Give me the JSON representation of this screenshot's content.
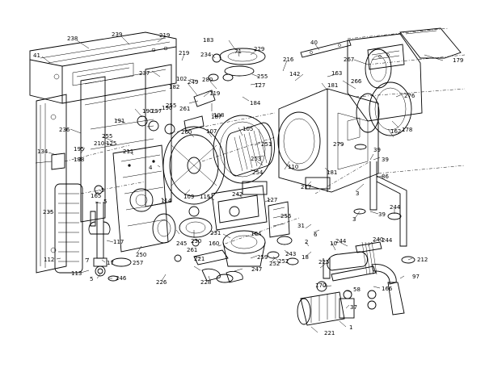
{
  "labels": [
    "238",
    "239",
    "219",
    "41",
    "40",
    "183",
    "229",
    "71",
    "234",
    "216",
    "179",
    "267",
    "142",
    "163",
    "237",
    "219",
    "102",
    "249",
    "182",
    "255",
    "280",
    "127",
    "181",
    "266",
    "276",
    "255",
    "108",
    "184",
    "190",
    "257",
    "190",
    "191",
    "261",
    "119",
    "187",
    "105",
    "260",
    "107",
    "162",
    "178",
    "236",
    "255",
    "251",
    "125",
    "210",
    "211",
    "134",
    "195",
    "188",
    "110",
    "217",
    "254",
    "3",
    "39",
    "86",
    "279",
    "39",
    "181",
    "114",
    "109",
    "115",
    "242",
    "127",
    "3",
    "39",
    "244",
    "256",
    "231",
    "5",
    "165",
    "164",
    "250",
    "257",
    "240",
    "244",
    "6",
    "225",
    "243",
    "10",
    "212",
    "7",
    "235",
    "245",
    "230",
    "160",
    "261",
    "259",
    "252",
    "221",
    "226",
    "247",
    "113",
    "112",
    "246",
    "5",
    "228",
    "97",
    "170",
    "58",
    "166",
    "37",
    "1",
    "221",
    "253",
    "31",
    "18",
    "2",
    "4",
    "244",
    "5",
    "117",
    "17",
    "252"
  ]
}
